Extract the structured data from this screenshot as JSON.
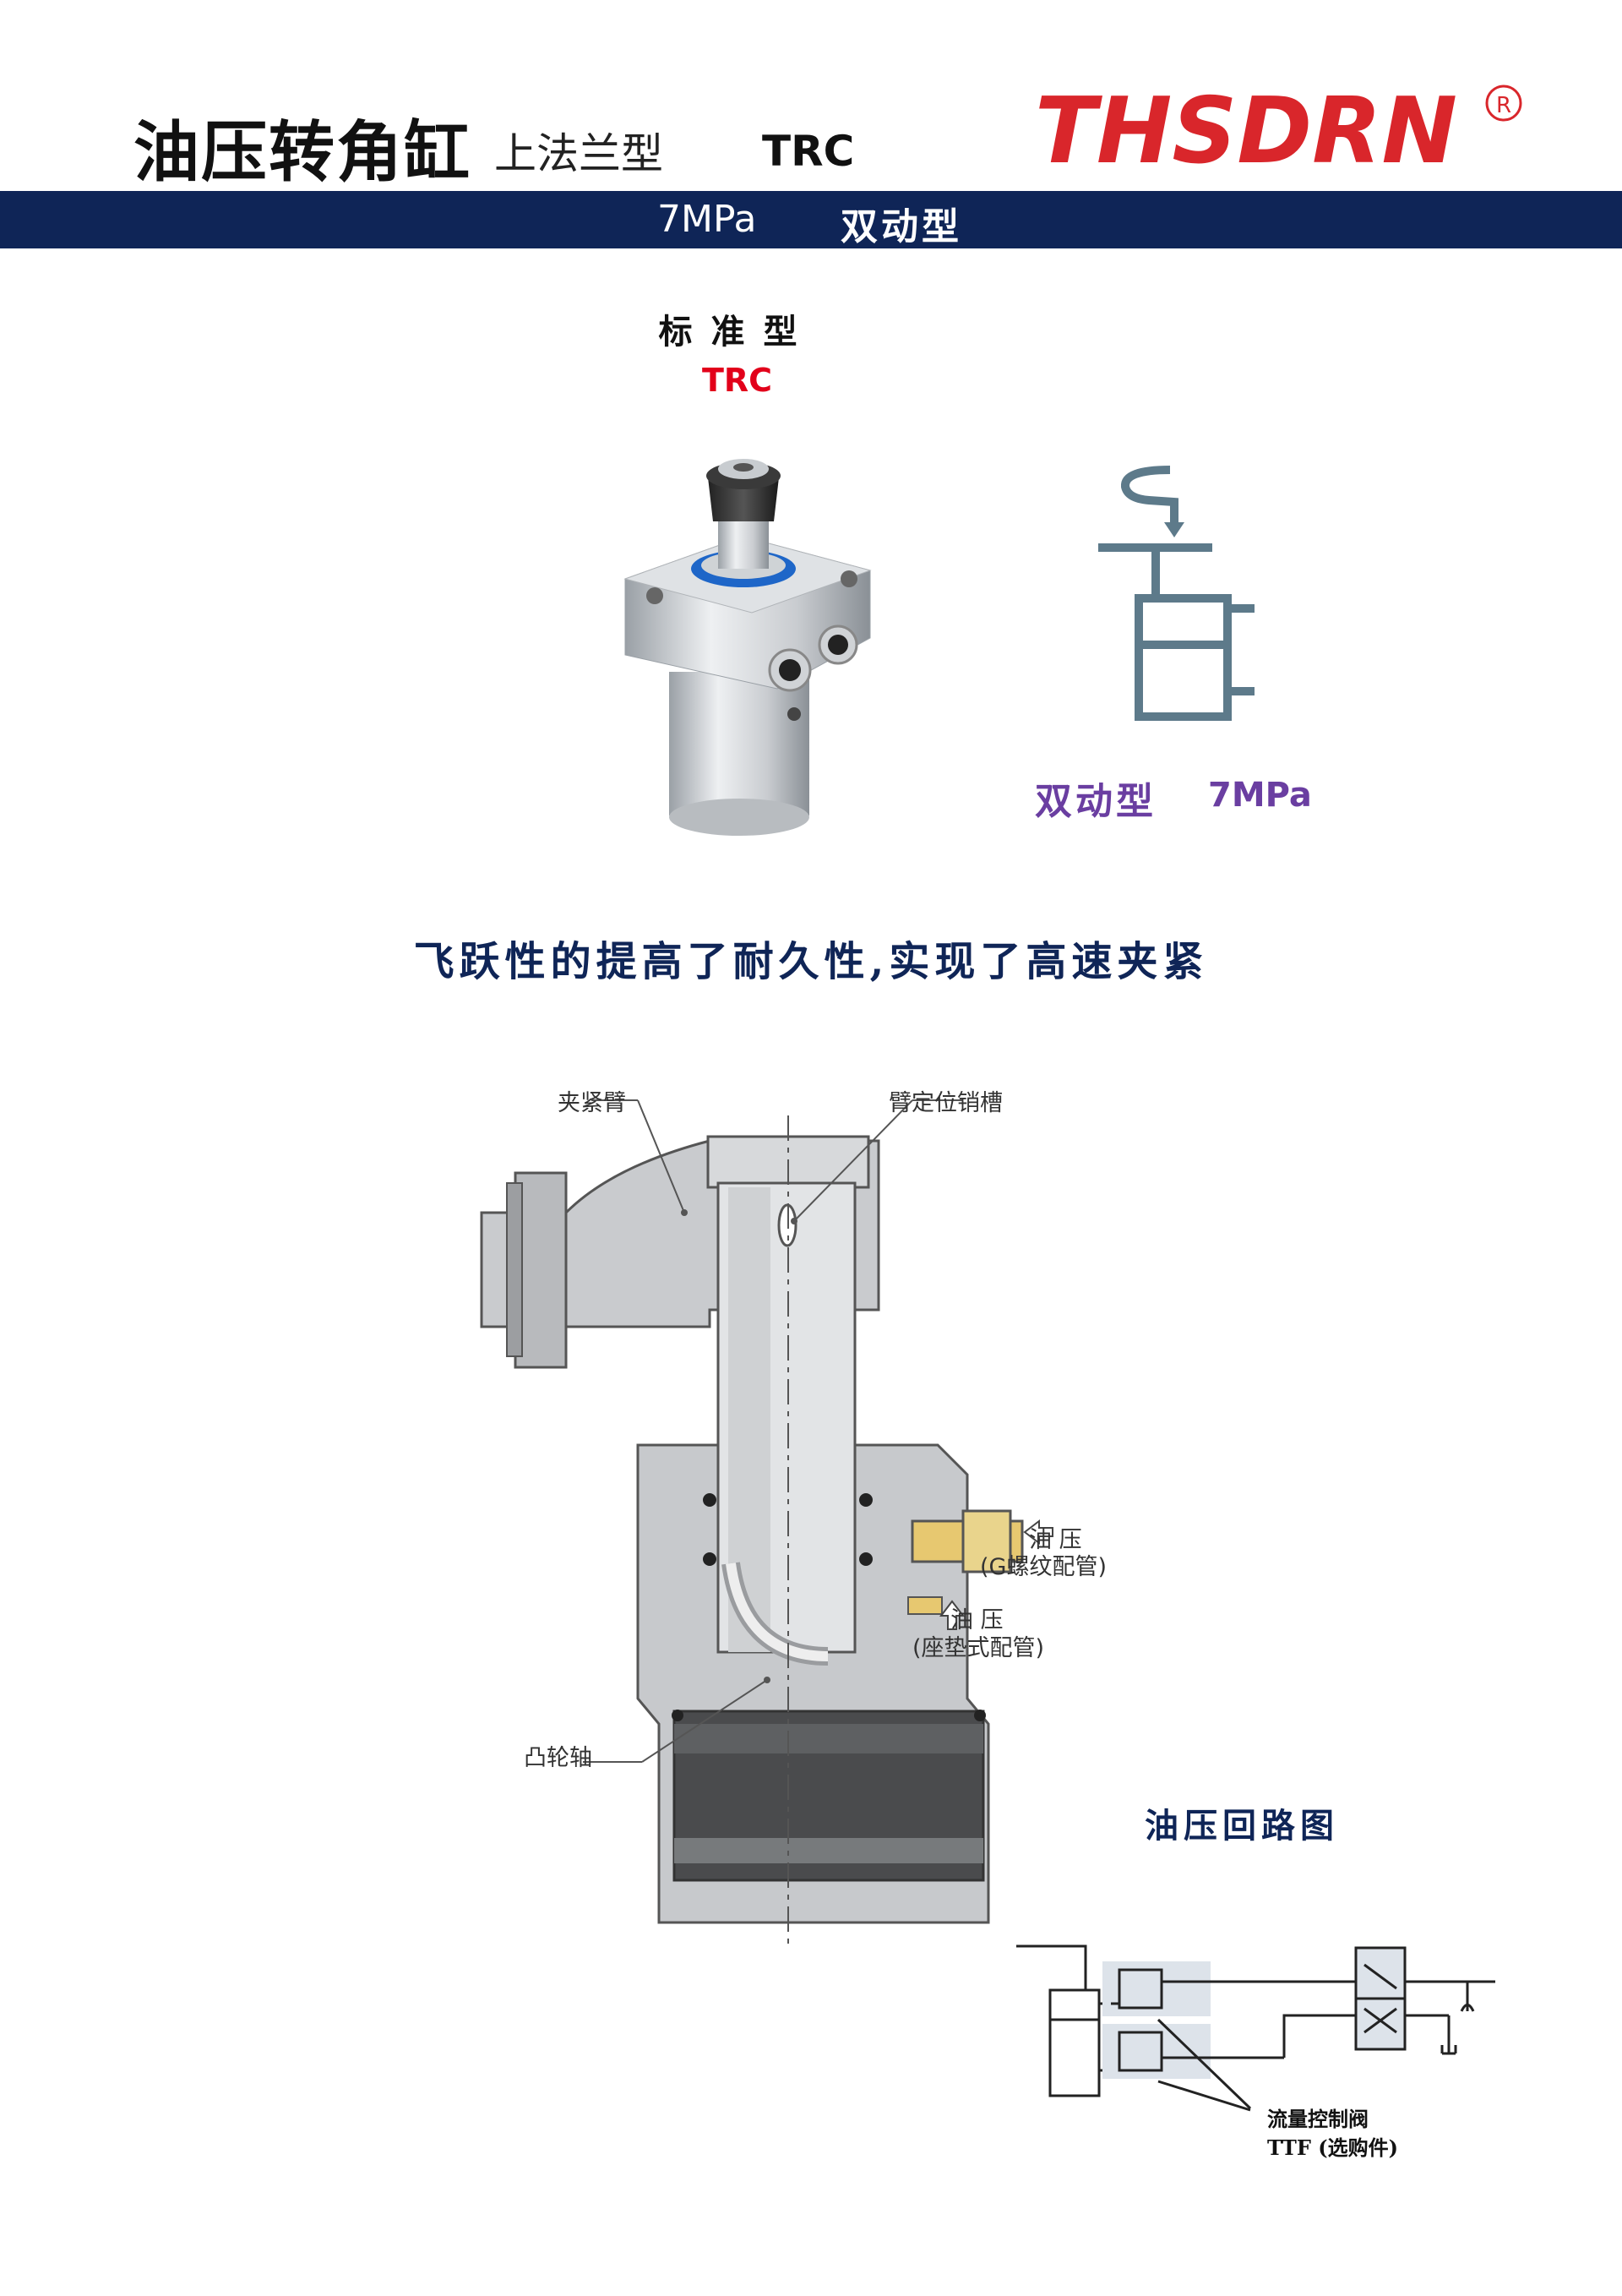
{
  "header": {
    "title": "油压转角缸",
    "subtitle": "上法兰型",
    "model": "TRC",
    "logo_text": "THSDRN",
    "logo_mark": "R",
    "brand_color": "#d9262b"
  },
  "banner": {
    "pressure": "7MPa",
    "type": "双动型",
    "color": "#0f2557"
  },
  "standard": {
    "title": "标准型",
    "model": "TRC"
  },
  "symbol": {
    "type": "双动型",
    "pressure": "7MPa"
  },
  "tagline": "飞跃性的提高了耐久性,实现了高速夹紧",
  "cross_section": {
    "labels": {
      "clamp_arm": "夹紧臂",
      "arm_pin_slot": "臂定位销槽",
      "oil_g": "油 压",
      "oil_g_note": "(G螺纹配管)",
      "oil_seat": "油 压",
      "oil_seat_note": "(座垫式配管)",
      "cam_shaft": "凸轮轴"
    }
  },
  "circuit": {
    "title": "油压回路图",
    "flow_valve": "流量控制阀",
    "flow_valve_note": "TTF (选购件)"
  }
}
